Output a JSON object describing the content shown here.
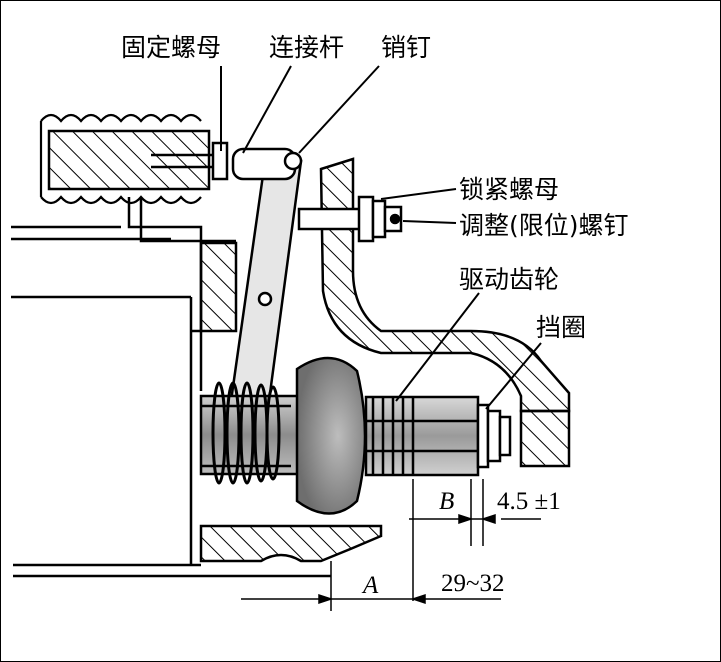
{
  "labels": {
    "fixing_nut": "固定螺母",
    "connecting_rod": "连接杆",
    "pin": "销钉",
    "lock_nut": "锁紧螺母",
    "adjusting_screw": "调整(限位)螺钉",
    "drive_gear": "驱动齿轮",
    "retaining_ring": "挡圈"
  },
  "dimensions": {
    "B": "B",
    "tolerance": "4.5 ±1",
    "A": "A",
    "range": "29~32"
  }
}
